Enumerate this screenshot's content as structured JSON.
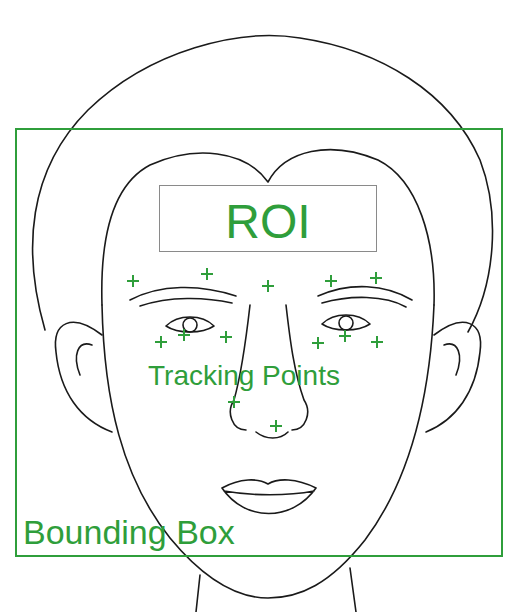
{
  "diagram": {
    "nodes": [
      {
        "text": [
          "Bounding Box"
        ]
      },
      {
        "text": [
          "ROI"
        ],
        "in": 0
      }
    ],
    "labels": [
      "Tracking Points"
    ]
  }
}
